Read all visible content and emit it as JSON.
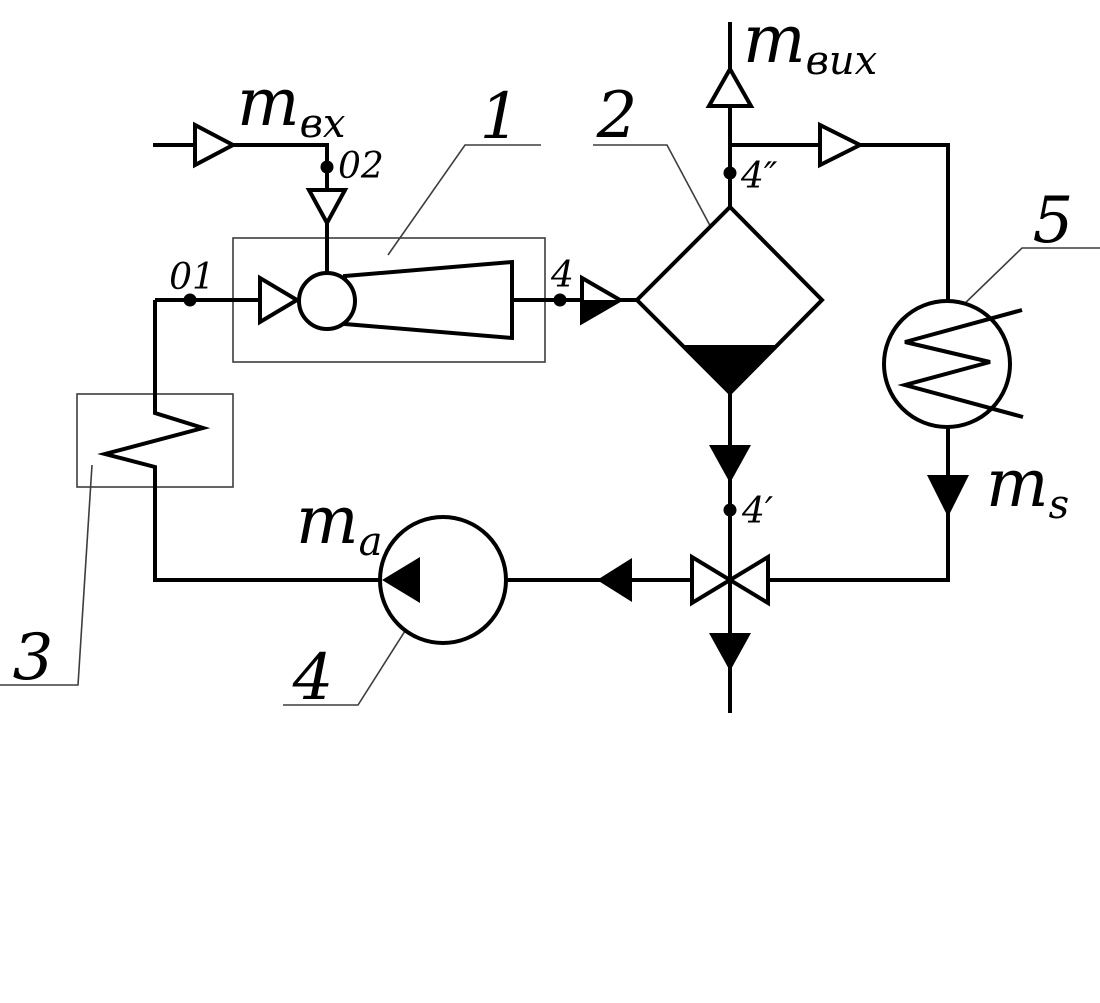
{
  "colors": {
    "line": "#000000",
    "thin": "#3d3d3d",
    "background": "#ffffff"
  },
  "flow_labels": {
    "inlet": {
      "base": "m",
      "sub": "вх"
    },
    "outlet": {
      "base": "m",
      "sub": "вих"
    },
    "pump_branch": {
      "base": "m",
      "sub": "a"
    },
    "condensate_branch": {
      "base": "m",
      "sub": "s"
    }
  },
  "node_labels": {
    "n01": "01",
    "n02": "02",
    "n4": "4",
    "n4_prime": "4′",
    "n4_double_prime": "4″"
  },
  "component_labels": {
    "c1": "1",
    "c2": "2",
    "c3": "3",
    "c4": "4",
    "c5": "5"
  }
}
